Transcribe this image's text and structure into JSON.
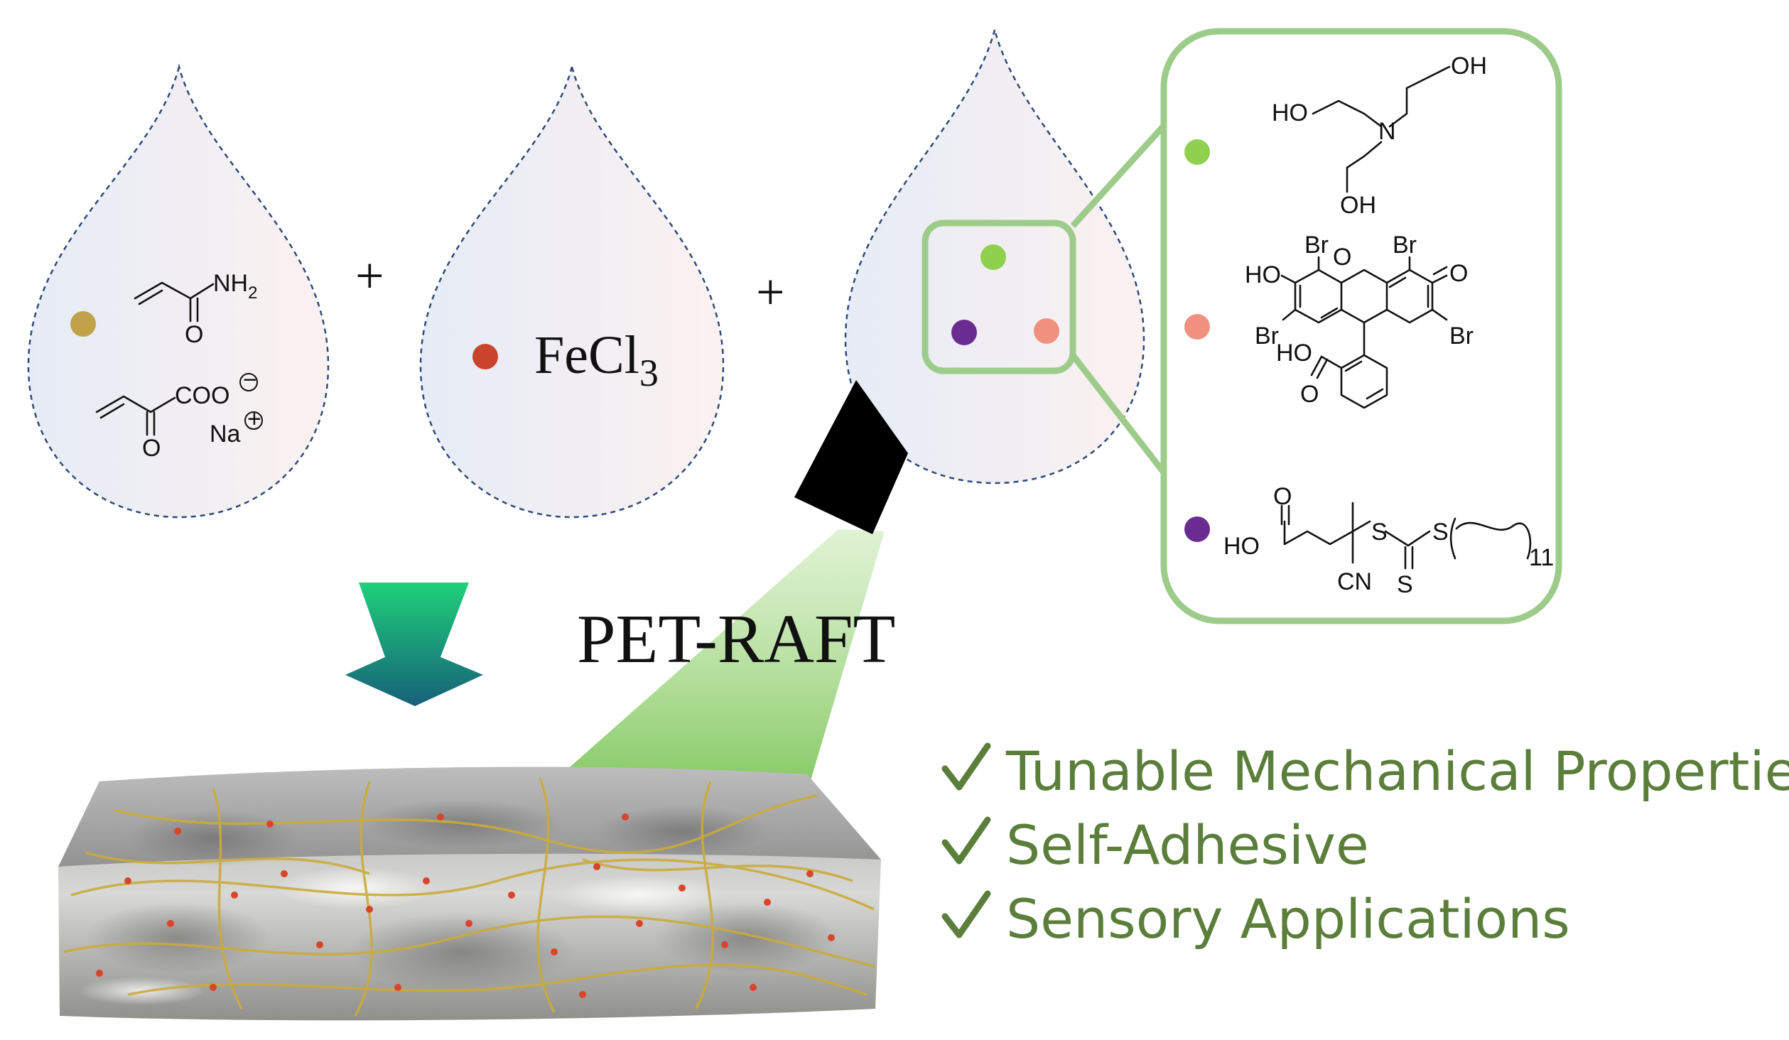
{
  "colors": {
    "accent_green": "#9dcc8a",
    "feature_text": "#5b7f3b",
    "monomer_dot": "#c0a24a",
    "fecl3_dot": "#c9442a",
    "tea_dot": "#8fd14f",
    "eosin_dot": "#f0907f",
    "raft_dot": "#6a2c91"
  },
  "labels": {
    "plus_1": "+",
    "plus_2": "+",
    "fecl3_main": "FeCl",
    "fecl3_sub": "3",
    "process": "PET-RAFT"
  },
  "chem": {
    "acrylamide": {
      "nh2": "NH",
      "nh2_sub": "2",
      "o": "O"
    },
    "acrylate": {
      "coo": "COO",
      "minus": "−",
      "na": "Na",
      "plus": "+",
      "o": "O"
    },
    "tea": {
      "oh1": "OH",
      "ho": "HO",
      "n": "N",
      "oh2": "OH"
    },
    "eosin": {
      "br1": "Br",
      "br2": "Br",
      "br3": "Br",
      "br4": "Br",
      "ho1": "HO",
      "o_ring": "O",
      "o_keto": "O",
      "ho2": "HO",
      "o_acid": "O"
    },
    "raft": {
      "o": "O",
      "ho": "HO",
      "s1": "S",
      "s2": "S",
      "s_thione": "S",
      "cn": "CN",
      "n11": "11"
    }
  },
  "features": [
    {
      "check": "check-icon",
      "text": "Tunable Mechanical Properties"
    },
    {
      "check": "check-icon",
      "text": "Self-Adhesive"
    },
    {
      "check": "check-icon",
      "text": "Sensory Applications"
    }
  ]
}
